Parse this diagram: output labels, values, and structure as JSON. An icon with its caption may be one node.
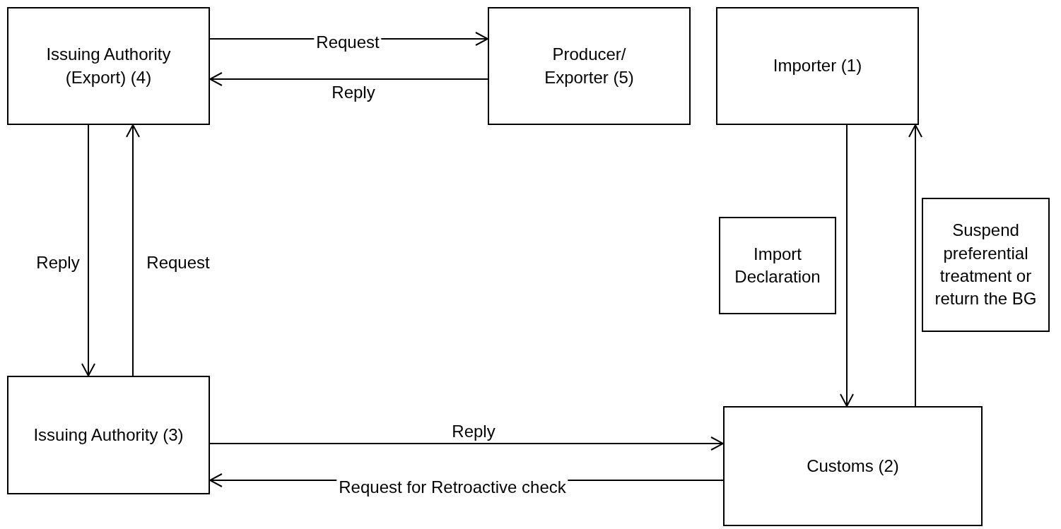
{
  "diagram": {
    "nodes": [
      {
        "text": [
          "Issuing Authority (Export) (4)"
        ]
      },
      {
        "text": [
          "Producer/ Exporter (5)"
        ]
      },
      {
        "text": [
          "Importer (1)"
        ]
      },
      {
        "text": [
          "Import Declaration"
        ]
      },
      {
        "text": [
          "Suspend preferential treatment or return the BG"
        ]
      },
      {
        "text": [
          "Issuing Authority (3)"
        ]
      },
      {
        "text": [
          "Customs (2)"
        ]
      }
    ],
    "edges": [
      {
        "from": 0,
        "to": 1,
        "arrow": "to",
        "label": "Request"
      },
      {
        "from": 1,
        "to": 0,
        "arrow": "to",
        "label": "Reply"
      },
      {
        "from": 0,
        "to": 5,
        "arrow": "to",
        "label": "Reply"
      },
      {
        "from": 5,
        "to": 0,
        "arrow": "to",
        "label": "Request"
      },
      {
        "from": 5,
        "to": 6,
        "arrow": "to",
        "label": "Reply"
      },
      {
        "from": 6,
        "to": 5,
        "arrow": "to",
        "label": "Request for Retroactive check"
      },
      {
        "from": 2,
        "to": 6,
        "arrow": "to"
      },
      {
        "from": 6,
        "to": 2,
        "arrow": "to"
      }
    ]
  }
}
